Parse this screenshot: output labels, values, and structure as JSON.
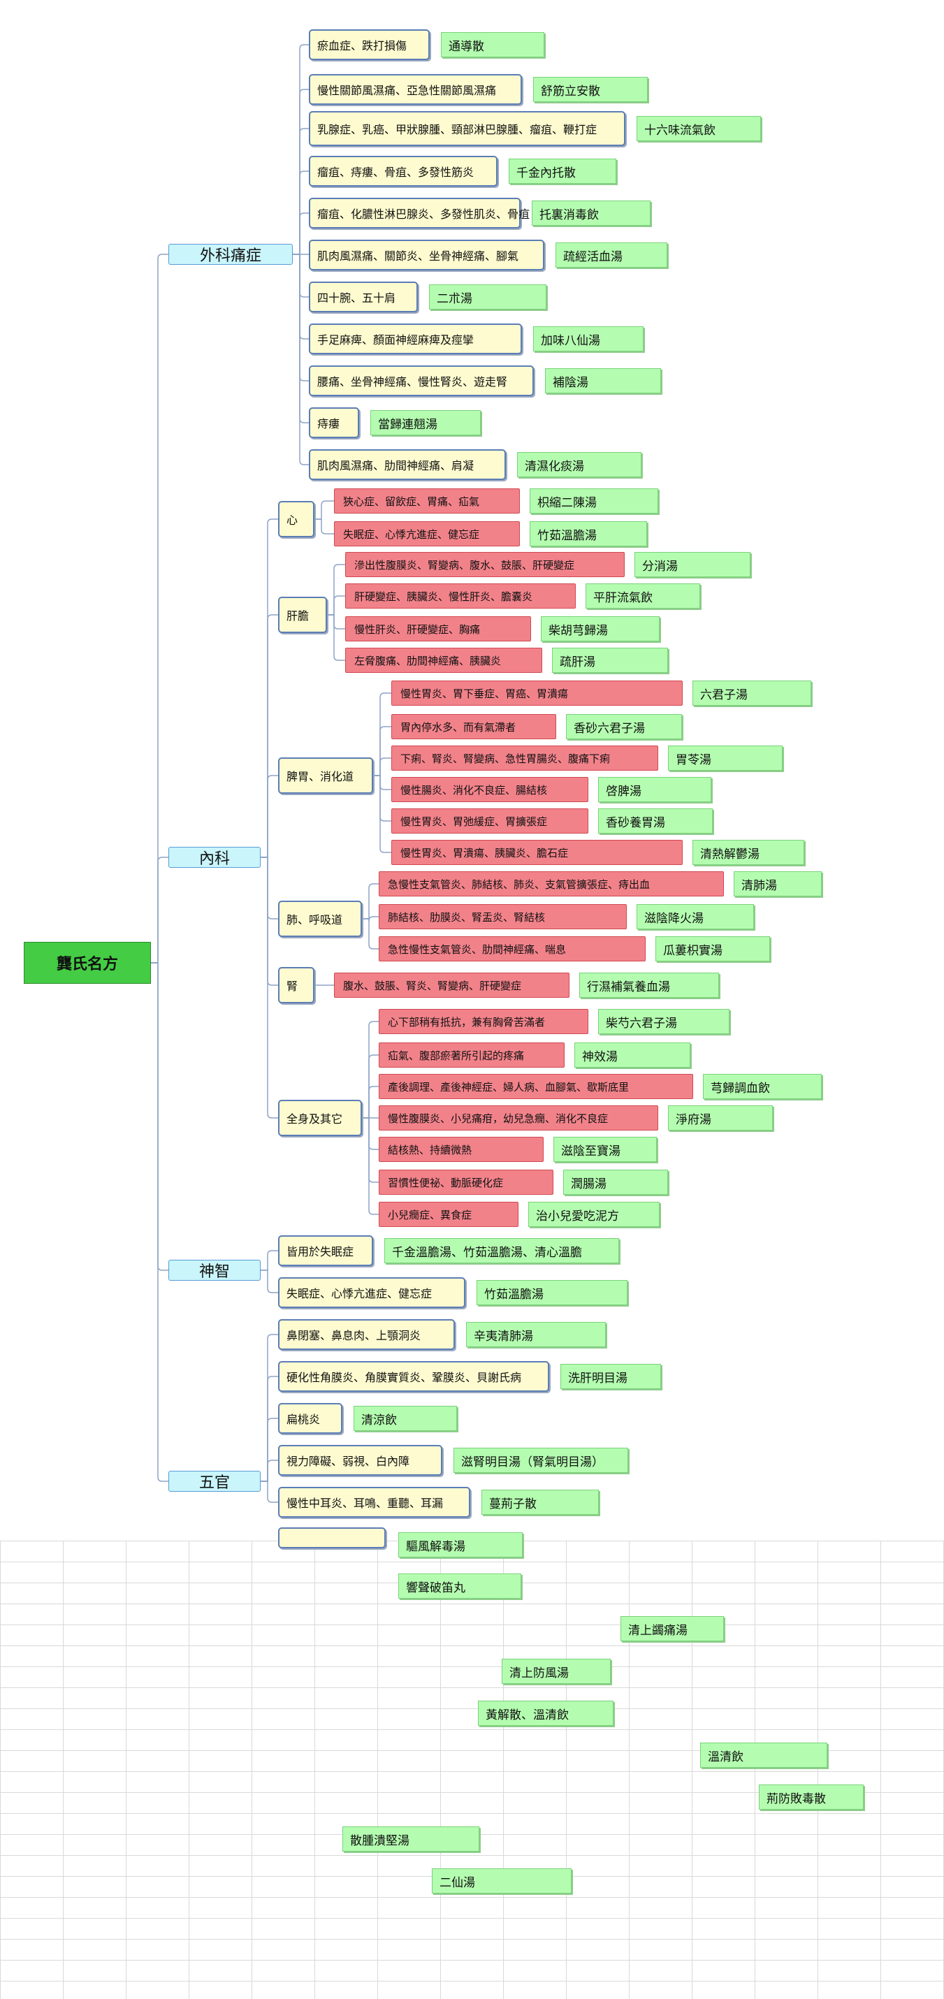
{
  "root": "龔氏名方",
  "categories": [
    {
      "name": "外科痛症",
      "items": [
        {
          "disease": "瘀血症、跌打損傷",
          "remedy": "通導散"
        },
        {
          "disease": "慢性關節風濕痛、亞急性關節風濕痛",
          "remedy": "舒筋立安散"
        },
        {
          "disease": "乳腺症、乳癌、甲狀腺腫、頸部淋巴腺腫、瘤疽、鞭打症",
          "remedy": "十六味流氣飲"
        },
        {
          "disease": "瘤疽、痔瘻、骨疽、多發性筋炎",
          "remedy": "千金內托散"
        },
        {
          "disease": "瘤疽、化膿性淋巴腺炎、多發性肌炎、骨疽",
          "remedy": "托裏消毒飲"
        },
        {
          "disease": "肌肉風濕痛、關節炎、坐骨神經痛、腳氣",
          "remedy": "疏經活血湯"
        },
        {
          "disease": "四十腕、五十肩",
          "remedy": "二朮湯"
        },
        {
          "disease": "手足麻痺、顏面神經麻痺及痙攣",
          "remedy": "加味八仙湯"
        },
        {
          "disease": "腰痛、坐骨神經痛、慢性腎炎、遊走腎",
          "remedy": "補陰湯"
        },
        {
          "disease": "痔瘻",
          "remedy": "當歸連翹湯"
        },
        {
          "disease": "肌肉風濕痛、肋間神經痛、肩凝",
          "remedy": "清濕化痰湯"
        }
      ]
    },
    {
      "name": "內科",
      "groups": [
        {
          "name": "心",
          "items": [
            {
              "disease": "狹心症、留飲症、胃痛、疝氣",
              "remedy": "枳縮二陳湯"
            },
            {
              "disease": "失眠症、心悸亢進症、健忘症",
              "remedy": "竹茹溫膽湯"
            }
          ]
        },
        {
          "name": "肝膽",
          "items": [
            {
              "disease": "滲出性腹膜炎、腎變病、腹水、鼓脹、肝硬變症",
              "remedy": "分消湯"
            },
            {
              "disease": "肝硬變症、胰臟炎、慢性肝炎、膽囊炎",
              "remedy": "平肝流氣飲"
            },
            {
              "disease": "慢性肝炎、肝硬變症、胸痛",
              "remedy": "柴胡芎歸湯"
            },
            {
              "disease": "左脅腹痛、肋間神經痛、胰臟炎",
              "remedy": "疏肝湯"
            }
          ]
        },
        {
          "name": "脾胃、消化道",
          "items": [
            {
              "disease": "慢性胃炎、胃下垂症、胃癌、胃潰瘍",
              "remedy": "六君子湯"
            },
            {
              "disease": "胃內停水多、而有氣滯者",
              "remedy": "香砂六君子湯"
            },
            {
              "disease": "下痢、腎炎、腎變病、急性胃腸炎、腹痛下痢",
              "remedy": "胃苓湯"
            },
            {
              "disease": "慢性腸炎、消化不良症、腸結核",
              "remedy": "啓脾湯"
            },
            {
              "disease": "慢性胃炎、胃弛緩症、胃擴張症",
              "remedy": "香砂養胃湯"
            },
            {
              "disease": "慢性胃炎、胃潰瘍、胰臟炎、膽石症",
              "remedy": "清熱解鬱湯"
            }
          ]
        },
        {
          "name": "肺、呼吸道",
          "items": [
            {
              "disease": "急慢性支氣管炎、肺結核、肺炎、支氣管擴張症、痔出血",
              "remedy": "清肺湯"
            },
            {
              "disease": "肺結核、肋膜炎、腎盂炎、腎結核",
              "remedy": "滋陰降火湯"
            },
            {
              "disease": "急性慢性支氣管炎、肋間神經痛、喘息",
              "remedy": "瓜蔞枳實湯"
            }
          ]
        },
        {
          "name": "腎",
          "items": [
            {
              "disease": "腹水、鼓脹、腎炎、腎變病、肝硬變症",
              "remedy": "行濕補氣養血湯"
            }
          ]
        },
        {
          "name": "全身及其它",
          "items": [
            {
              "disease": "心下部稍有抵抗，兼有胸脅苦滿者",
              "remedy": "柴芍六君子湯"
            },
            {
              "disease": "疝氣、腹部瘀著所引起的疼痛",
              "remedy": "神效湯"
            },
            {
              "disease": "產後調理、產後神經症、婦人病、血腳氣、歇斯底里",
              "remedy": "芎歸調血飲"
            },
            {
              "disease": "慢性腹膜炎、小兒痛疳，幼兒急癇、消化不良症",
              "remedy": "淨府湯"
            },
            {
              "disease": "結核熱、持續微熱",
              "remedy": "滋陰至寶湯"
            },
            {
              "disease": "習慣性便祕、動脈硬化症",
              "remedy": "潤腸湯"
            },
            {
              "disease": "小兒癇症、異食症",
              "remedy": "治小兒愛吃泥方"
            }
          ]
        }
      ]
    },
    {
      "name": "神智",
      "items": [
        {
          "disease": "皆用於失眠症",
          "remedy": "千金溫膽湯、竹茹溫膽湯、清心溫膽"
        },
        {
          "disease": "失眠症、心悸亢進症、健忘症",
          "remedy": "竹茹溫膽湯"
        }
      ]
    },
    {
      "name": "五官",
      "items": [
        {
          "disease": "鼻閉塞、鼻息肉、上顎洞炎",
          "remedy": "辛夷清肺湯"
        },
        {
          "disease": "硬化性角膜炎、角膜實質炎、鞏膜炎、貝謝氏病",
          "remedy": "洗肝明目湯"
        },
        {
          "disease": "扁桃炎",
          "remedy": "清涼飲"
        },
        {
          "disease": "視力障礙、弱視、白內障",
          "remedy": "滋腎明目湯（腎氣明目湯）"
        },
        {
          "disease": "慢性中耳炎、耳鳴、重聽、耳漏",
          "remedy": "蔓荊子散"
        }
      ]
    }
  ],
  "loose_remedies": [
    "驅風解毒湯",
    "響聲破笛丸",
    "清上蠲痛湯",
    "清上防風湯",
    "黃解散、溫清飲",
    "溫清飲",
    "荊防敗毒散",
    "散腫潰堅湯",
    "二仙湯"
  ]
}
